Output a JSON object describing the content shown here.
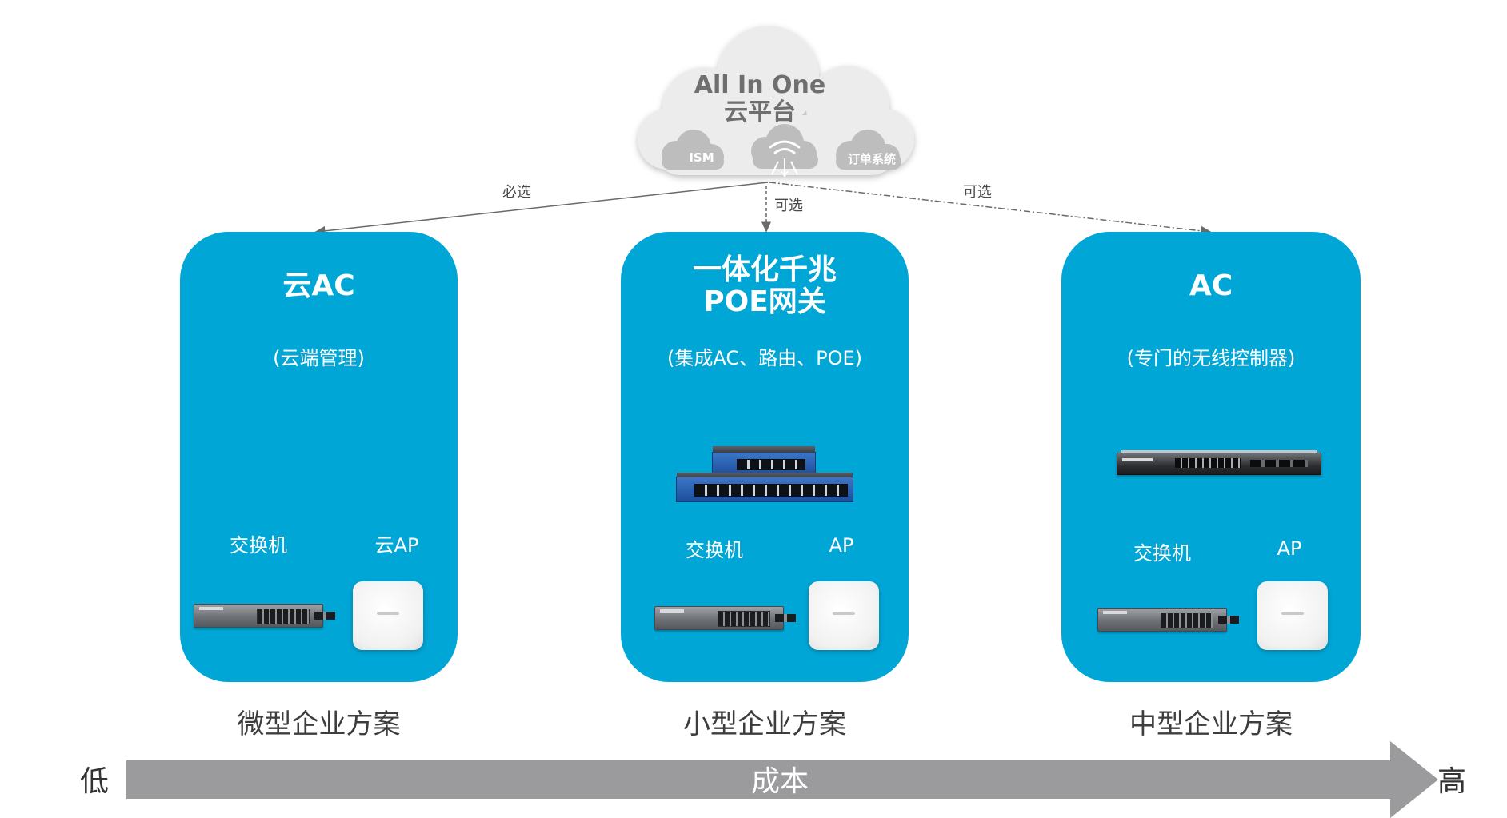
{
  "cloud": {
    "title_line1": "All In One",
    "title_line2": "云平台",
    "left_label": "ISM",
    "right_label": "订单系统",
    "center_icon": "wifi-cloud-icon"
  },
  "connectors": [
    {
      "label": "必选",
      "style": "solid"
    },
    {
      "label": "可选",
      "style": "dashed"
    },
    {
      "label": "可选",
      "style": "dash-dot"
    }
  ],
  "cards": [
    {
      "title": "云AC",
      "subtitle": "(云端管理)",
      "switch_label": "交换机",
      "ap_label": "云AP",
      "caption": "微型企业方案"
    },
    {
      "title_line1": "一体化千兆",
      "title_line2": "POE网关",
      "subtitle": "(集成AC、路由、POE)",
      "switch_label": "交换机",
      "ap_label": "AP",
      "caption": "小型企业方案"
    },
    {
      "title": "AC",
      "subtitle": "(专门的无线控制器)",
      "switch_label": "交换机",
      "ap_label": "AP",
      "caption": "中型企业方案"
    }
  ],
  "cost_axis": {
    "low": "低",
    "label": "成本",
    "high": "高"
  },
  "colors": {
    "card": "#00a6d6",
    "arrow": "#9b9b9d",
    "cloud": "#ededed"
  }
}
